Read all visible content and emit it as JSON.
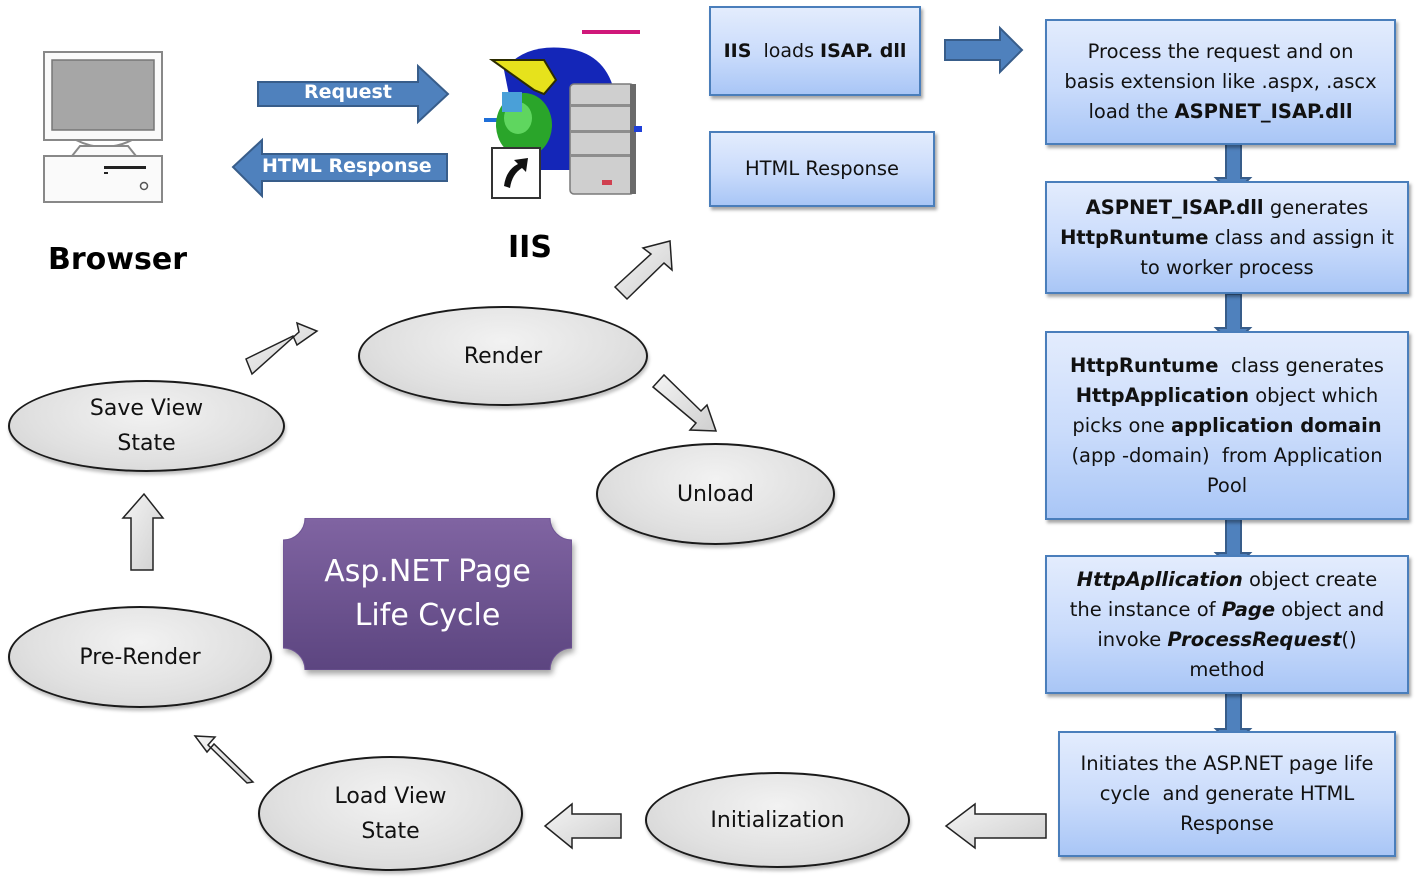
{
  "title": "Asp.NET Page Life Cycle",
  "title_lines": [
    "Asp.NET Page",
    "Life Cycle"
  ],
  "actors": {
    "browser": {
      "label": "Browser",
      "icon": "desktop-computer-icon"
    },
    "iis": {
      "label": "IIS",
      "icon": "iis-server-icon"
    }
  },
  "connectors": {
    "request": "Request",
    "html_response": "HTML Response"
  },
  "boxes": {
    "iis_loads": {
      "parts": [
        [
          "b",
          "IIS"
        ],
        [
          "t",
          "  loads "
        ],
        [
          "b",
          "ISAP. dll"
        ]
      ]
    },
    "html_response": {
      "text": "HTML Response"
    },
    "process_request": {
      "lines": [
        [
          [
            "t",
            "Process the request and on"
          ]
        ],
        [
          [
            "t",
            "basis extension like .aspx, .ascx"
          ]
        ],
        [
          [
            "t",
            "load the "
          ],
          [
            "b",
            "ASPNET_ISAP.dll"
          ]
        ]
      ]
    },
    "aspnet_isap": {
      "lines": [
        [
          [
            "b",
            "ASPNET_ISAP.dll"
          ],
          [
            "t",
            " generates"
          ]
        ],
        [
          [
            "b",
            "HttpRuntume"
          ],
          [
            "t",
            " class and assign it"
          ]
        ],
        [
          [
            "t",
            "to worker process"
          ]
        ]
      ]
    },
    "httpruntime": {
      "lines": [
        [
          [
            "b",
            "HttpRuntume"
          ],
          [
            "t",
            "  class generates"
          ]
        ],
        [
          [
            "b",
            "HttpApplication"
          ],
          [
            "t",
            " object which"
          ]
        ],
        [
          [
            "t",
            "picks one "
          ],
          [
            "b",
            "application domain"
          ]
        ],
        [
          [
            "t",
            "(app -domain)  from Application"
          ]
        ],
        [
          [
            "t",
            "Pool"
          ]
        ]
      ]
    },
    "httpapplication": {
      "lines": [
        [
          [
            "i",
            "HttpApllication"
          ],
          [
            "t",
            " object create"
          ]
        ],
        [
          [
            "t",
            "the instance of "
          ],
          [
            "i",
            "Page"
          ],
          [
            "t",
            " object and"
          ]
        ],
        [
          [
            "t",
            "invoke "
          ],
          [
            "i",
            "ProcessRequest"
          ],
          [
            "t",
            "()"
          ]
        ],
        [
          [
            "t",
            "method"
          ]
        ]
      ]
    },
    "initiates": {
      "lines": [
        [
          [
            "t",
            "Initiates the ASP.NET page life"
          ]
        ],
        [
          [
            "t",
            "cycle  and generate HTML"
          ]
        ],
        [
          [
            "t",
            "Response"
          ]
        ]
      ]
    }
  },
  "stages": {
    "initialization": "Initialization",
    "load_view_state": "Load View State",
    "pre_render": "Pre-Render",
    "save_view_state": "Save View State",
    "render": "Render",
    "unload": "Unload"
  },
  "colors": {
    "blue_arrow": "#4f81bd",
    "blue_arrow_border": "#385d8a",
    "box_border": "#4a7ebb",
    "box_fill_top": "#e3ecfd",
    "box_fill_bottom": "#a9c6f6",
    "ellipse_fill": "#e0e0e0",
    "gray_arrow_fill": "#e6e6e6",
    "title_fill_top": "#8064a2",
    "title_fill_bottom": "#5f4a80"
  }
}
